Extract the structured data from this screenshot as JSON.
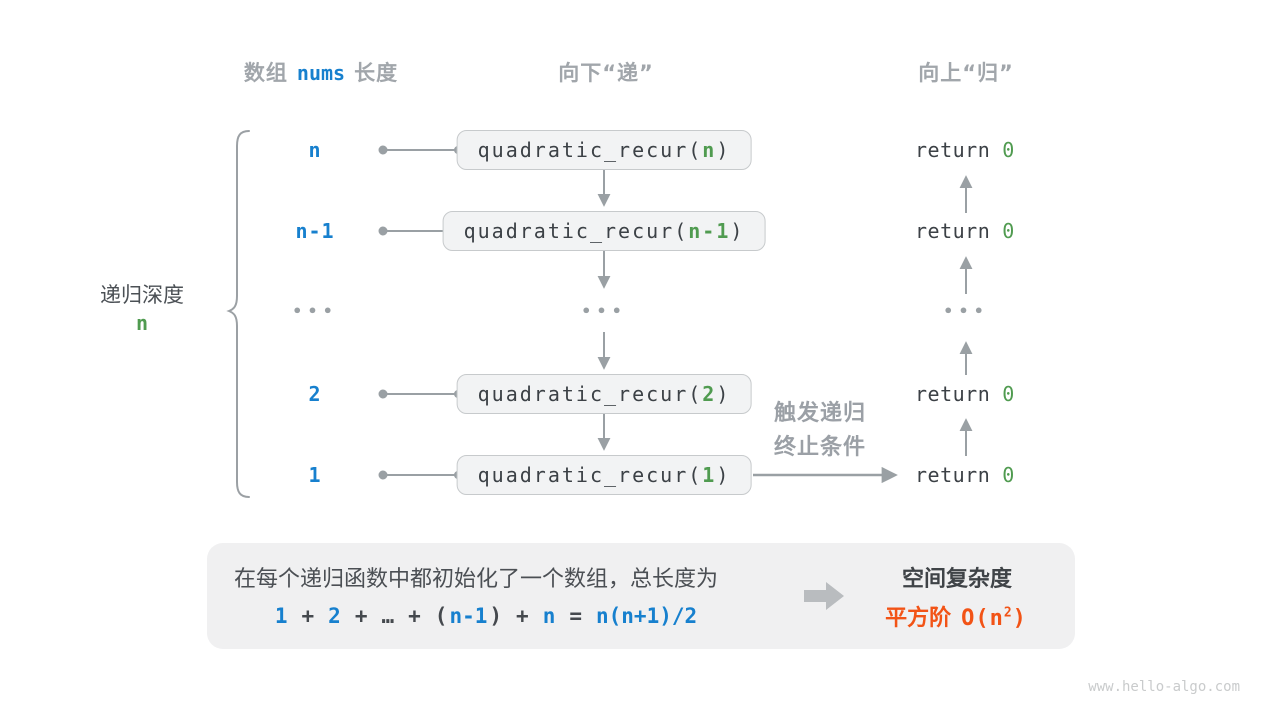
{
  "colors": {
    "blue": "#1780ce",
    "green": "#509b50",
    "orange": "#f25316",
    "line_gray": "#9aa0a4",
    "header_gray": "#a1a6ab",
    "dark_text": "#3c4146",
    "box_fill": "#f2f3f4",
    "box_border": "#c7cacc",
    "panel_fill": "#f0f0f1"
  },
  "headers": {
    "col1_prefix": "数组",
    "col1_code": "nums",
    "col1_suffix": "长度",
    "col2": "向下“递”",
    "col3": "向上“归”"
  },
  "depth_brace": {
    "label": "递归深度",
    "value": "n"
  },
  "columns": {
    "call_prefix": "quadratic_recur(",
    "call_suffix": ")",
    "return_keyword": "return",
    "return_value": "0"
  },
  "rows": [
    {
      "size": "n",
      "arg": "n"
    },
    {
      "size": "n-1",
      "arg": "n-1"
    },
    {
      "size": "2",
      "arg": "2"
    },
    {
      "size": "1",
      "arg": "1"
    }
  ],
  "ellipsis": "•••",
  "trigger_label": {
    "line1": "触发递归",
    "line2": "终止条件"
  },
  "panel": {
    "description": "在每个递归函数中都初始化了一个数组，总长度为",
    "formula_tokens": [
      {
        "t": "1",
        "color": "blue"
      },
      {
        "t": "+",
        "color": "dark"
      },
      {
        "t": "2",
        "color": "blue"
      },
      {
        "t": "+",
        "color": "dark"
      },
      {
        "t": "…",
        "color": "dark"
      },
      {
        "t": "+",
        "color": "dark"
      },
      {
        "t": "(",
        "color": "dark"
      },
      {
        "t": "n-1",
        "color": "blue"
      },
      {
        "t": ")",
        "color": "dark"
      },
      {
        "t": "+",
        "color": "dark"
      },
      {
        "t": "n",
        "color": "blue"
      },
      {
        "t": "=",
        "color": "dark"
      },
      {
        "t": "n(n+1)/2",
        "color": "blue"
      }
    ],
    "complexity_title": "空间复杂度",
    "complexity_prefix": "平方阶",
    "complexity_o": "O(n",
    "complexity_sup": "2",
    "complexity_close": ")"
  },
  "watermark": "www.hello-algo.com"
}
